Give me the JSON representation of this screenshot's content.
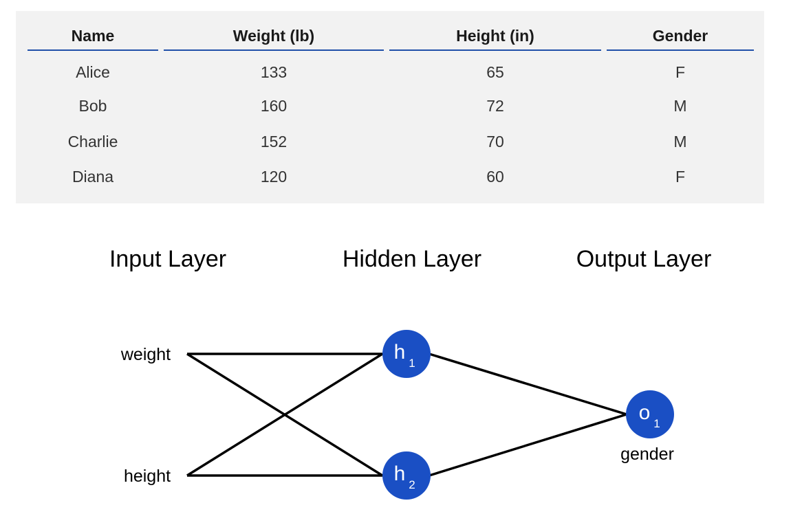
{
  "table": {
    "headers": [
      "Name",
      "Weight (lb)",
      "Height (in)",
      "Gender"
    ],
    "rows": [
      [
        "Alice",
        "133",
        "65",
        "F"
      ],
      [
        "Bob",
        "160",
        "72",
        "M"
      ],
      [
        "Charlie",
        "152",
        "70",
        "M"
      ],
      [
        "Diana",
        "120",
        "60",
        "F"
      ]
    ]
  },
  "diagram": {
    "layers": {
      "input": "Input Layer",
      "hidden": "Hidden Layer",
      "output": "Output Layer"
    },
    "inputs": {
      "weight": "weight",
      "height": "height"
    },
    "hidden": {
      "h1": {
        "letter": "h",
        "sub": "1"
      },
      "h2": {
        "letter": "h",
        "sub": "2"
      }
    },
    "output": {
      "o1": {
        "letter": "o",
        "sub": "1"
      },
      "label": "gender"
    },
    "node_color": "#1a4fc4",
    "line_color": "#000000"
  }
}
